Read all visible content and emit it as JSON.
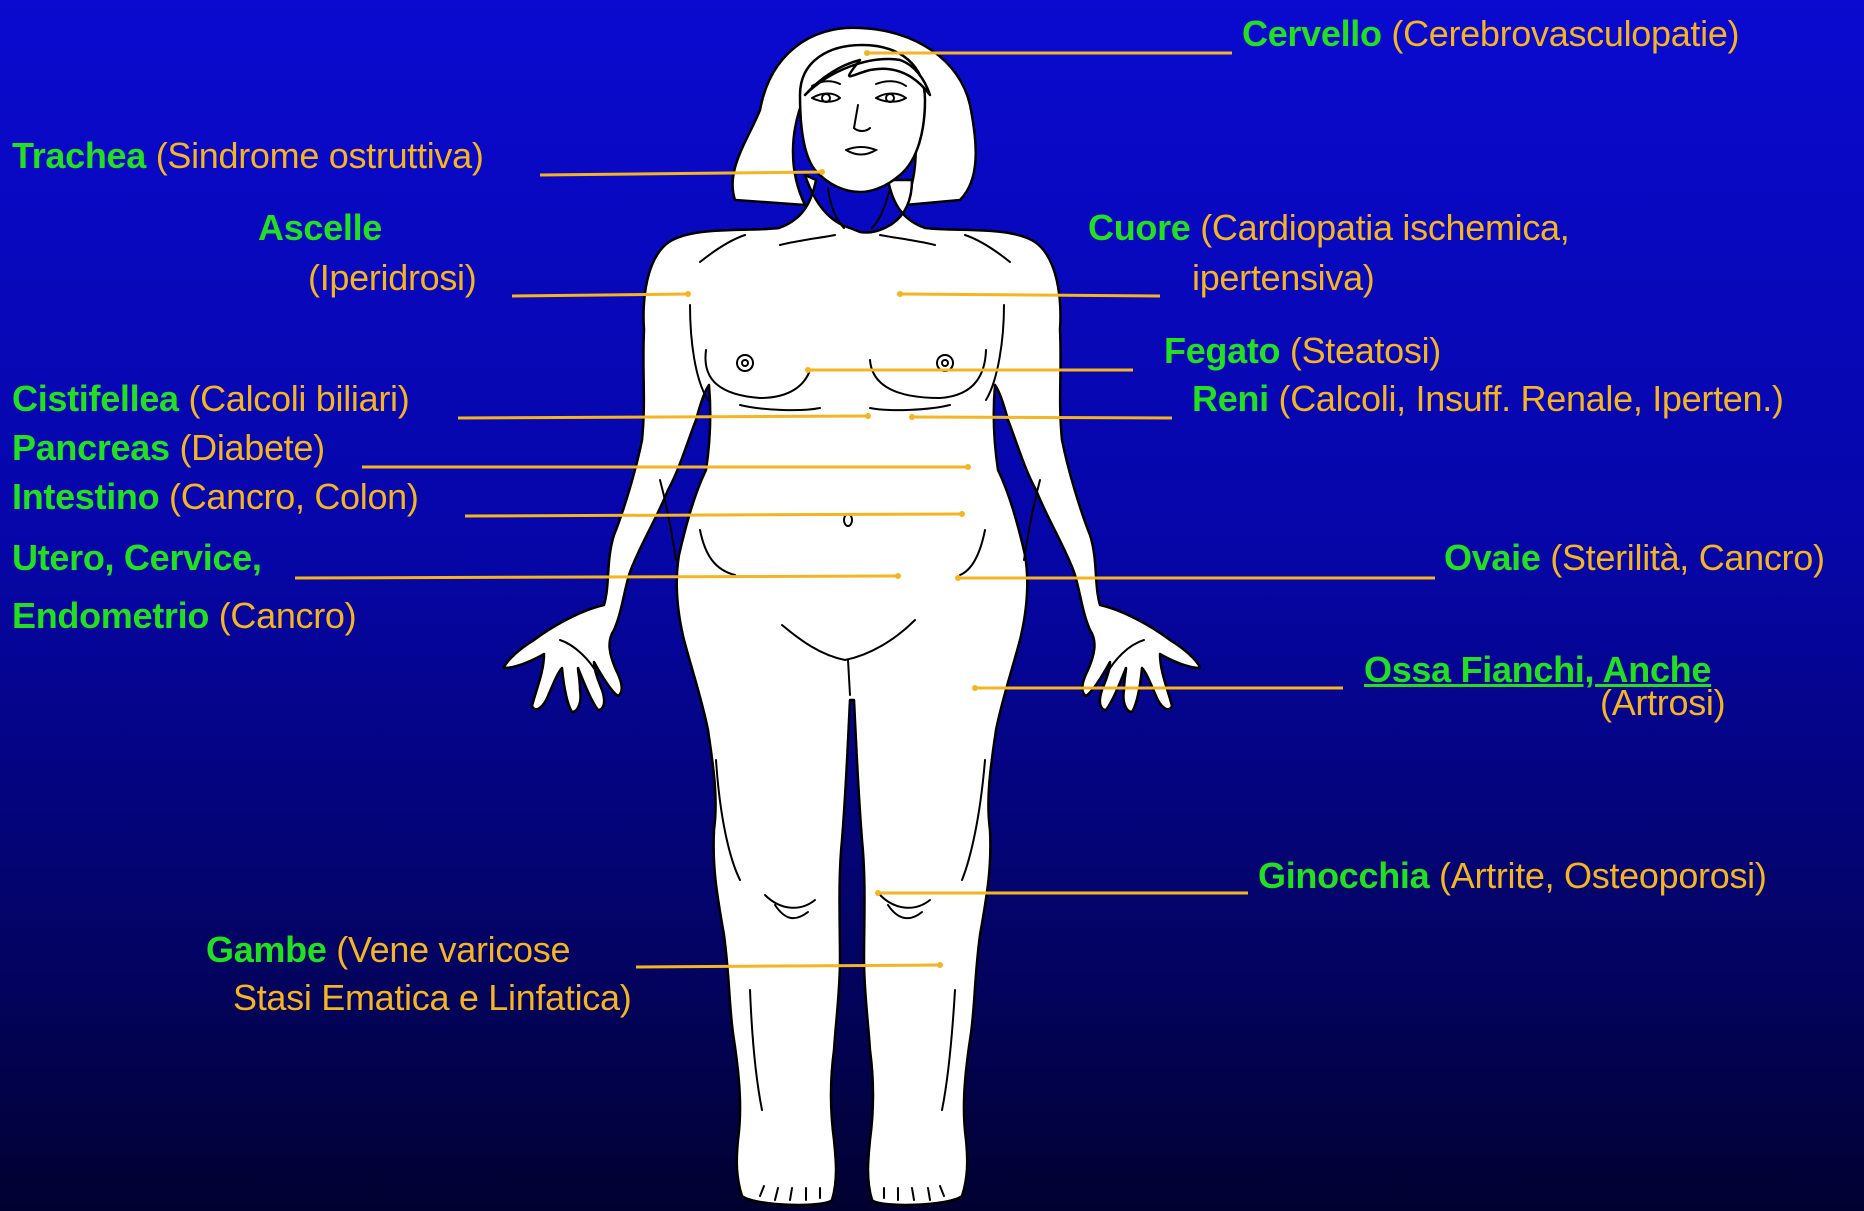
{
  "colors": {
    "organ": "#22e01f",
    "condition": "#f5b422",
    "leader": "#f5b422",
    "figure_fill": "#ffffff",
    "figure_stroke": "#000000",
    "background_top": "#0a0ad0",
    "background_bottom": "#010130"
  },
  "labels": {
    "cervello": {
      "organ": "Cervello",
      "cond": "(Cerebrovasculopatie)"
    },
    "trachea": {
      "organ": "Trachea",
      "cond": "(Sindrome ostruttiva)"
    },
    "ascelle": {
      "organ": "Ascelle",
      "cond": "(Iperidrosi)"
    },
    "cuore": {
      "organ": "Cuore",
      "cond": "(Cardiopatia ischemica,",
      "cond2": "ipertensiva)"
    },
    "fegato": {
      "organ": "Fegato",
      "cond": "(Steatosi)"
    },
    "cistifellea": {
      "organ": "Cistifellea",
      "cond": "(Calcoli biliari)"
    },
    "reni": {
      "organ": "Reni",
      "cond": "(Calcoli, Insuff. Renale, Iperten.)"
    },
    "pancreas": {
      "organ": "Pancreas",
      "cond": "(Diabete)"
    },
    "intestino": {
      "organ": "Intestino",
      "cond": "(Cancro, Colon)"
    },
    "utero": {
      "organ": "Utero, Cervice,",
      "organ2": "Endometrio",
      "cond": "(Cancro)"
    },
    "ovaie": {
      "organ": "Ovaie",
      "cond": "(Sterilità, Cancro)"
    },
    "ossa": {
      "organ": "Ossa Fianchi, Anche",
      "cond": "(Artrosi)"
    },
    "ginocchia": {
      "organ": "Ginocchia",
      "cond": "(Artrite, Osteoporosi)"
    },
    "gambe": {
      "organ": "Gambe",
      "cond": "(Vene varicose",
      "cond2": "Stasi Ematica e Linfatica)"
    }
  }
}
